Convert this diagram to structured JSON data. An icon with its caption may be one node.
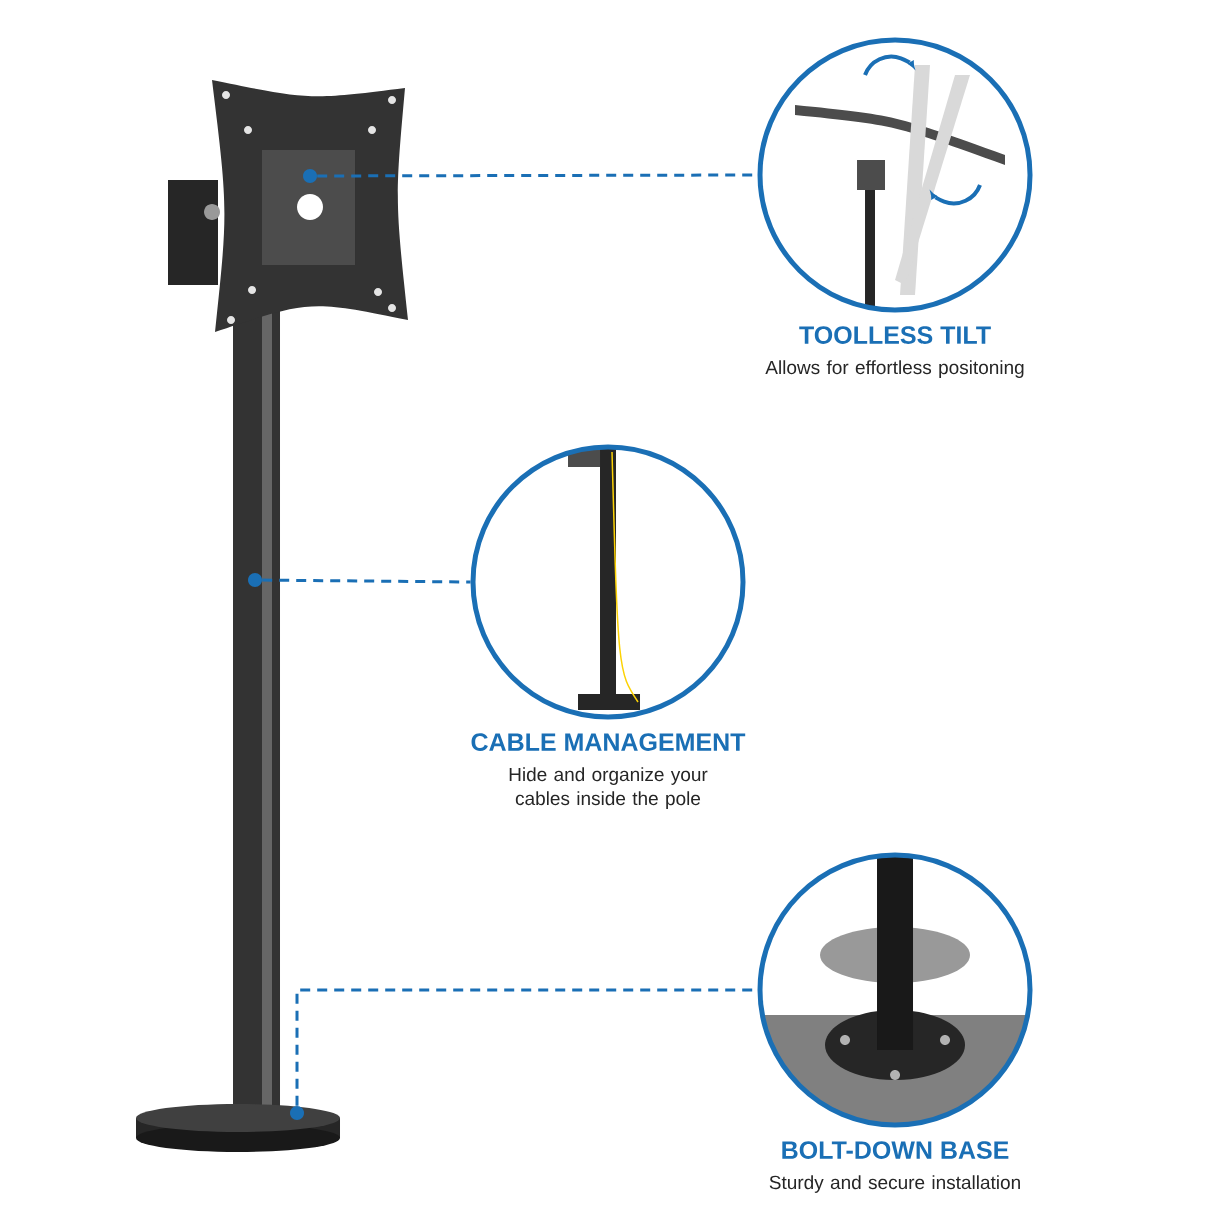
{
  "diagram": {
    "nodes": [
      {
        "text": [
          "TOOLLESS TILT",
          "Allows for effortless positoning"
        ]
      },
      {
        "text": [
          "CABLE MANAGEMENT",
          "Hide and organize your cables inside the pole"
        ]
      },
      {
        "text": [
          "BOLT-DOWN BASE",
          "Sturdy and secure installation"
        ]
      },
      {
        "text": [],
        "shape": "circle"
      },
      {
        "text": [],
        "shape": "circle"
      },
      {
        "text": [],
        "shape": "circle"
      }
    ],
    "edges": [
      {
        "from": 3,
        "to": 0,
        "arrow": "none",
        "style": "dashed"
      },
      {
        "from": 4,
        "to": 1,
        "arrow": "none",
        "style": "dashed"
      },
      {
        "from": 5,
        "to": 2,
        "arrow": "none",
        "style": "dashed"
      }
    ]
  }
}
